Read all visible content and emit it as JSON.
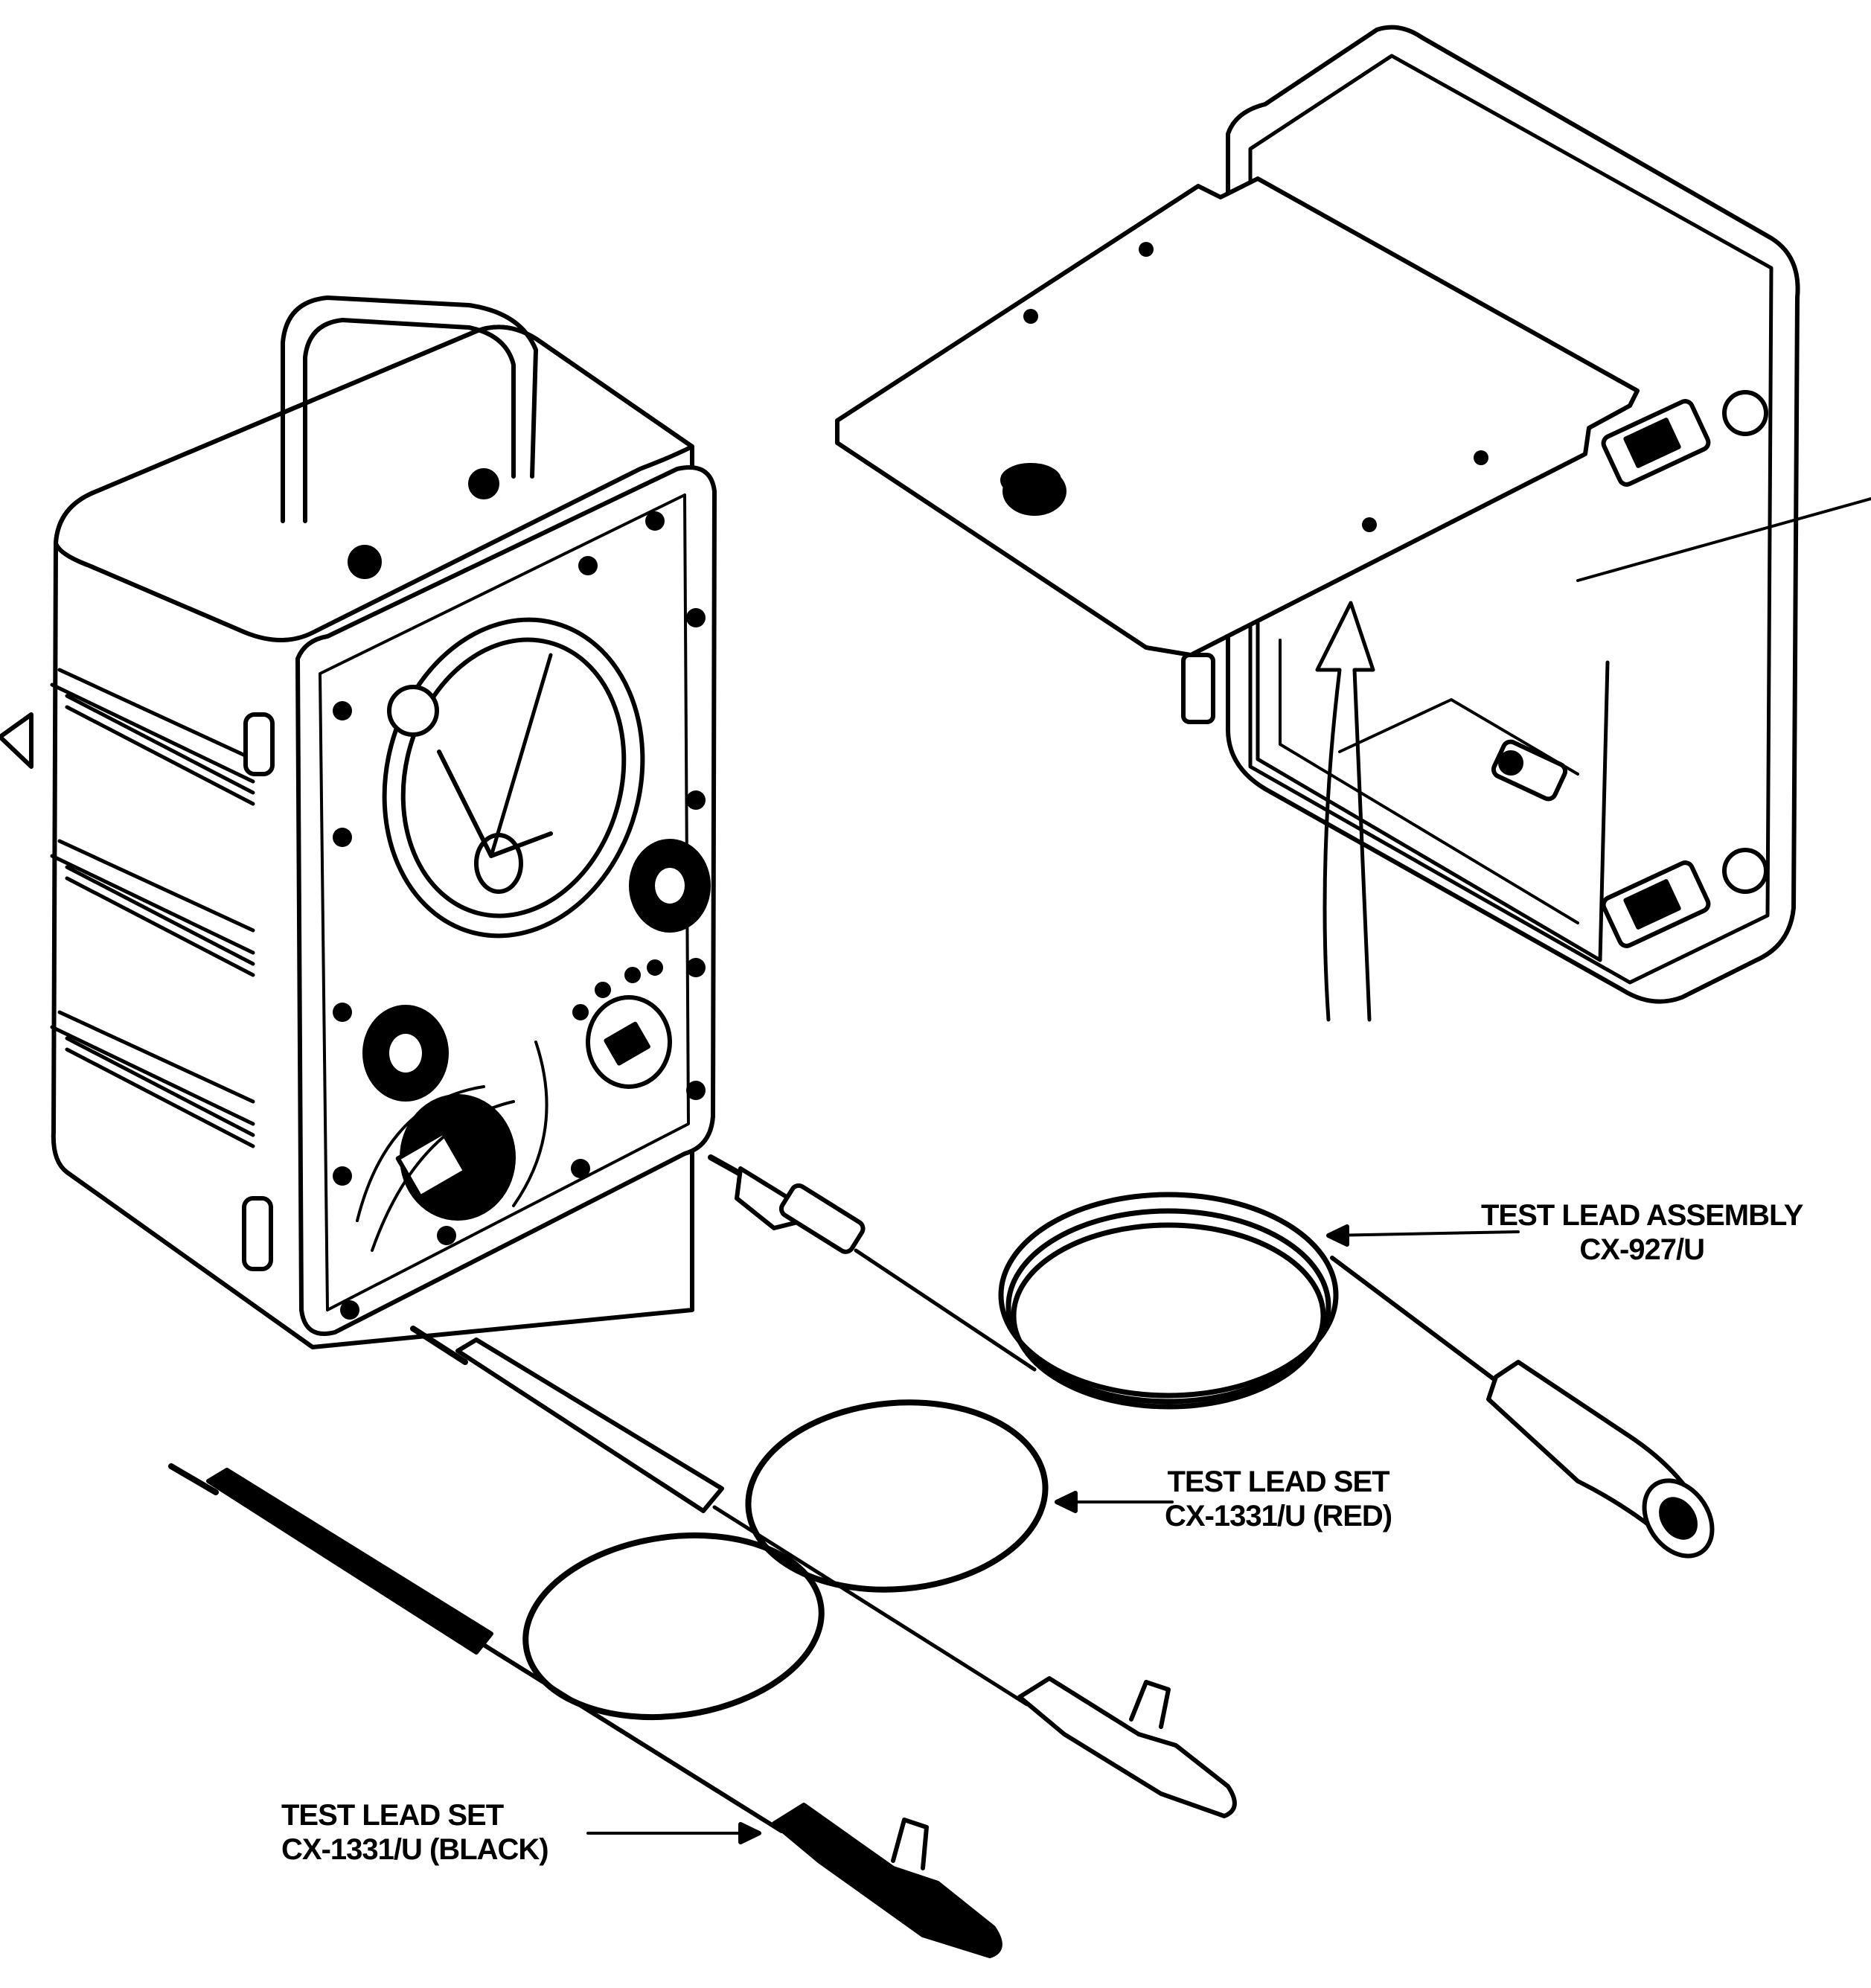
{
  "labels": {
    "test_lead_assembly": {
      "line1": "TEST LEAD ASSEMBLY",
      "line2": "CX-927/U"
    },
    "test_lead_set_red": {
      "line1": "TEST LEAD SET",
      "line2": "CX-1331/U (RED)"
    },
    "test_lead_set_black": {
      "line1": "TEST LEAD SET",
      "line2": "CX-1331/U (BLACK)"
    }
  },
  "colors": {
    "ink": "#000000",
    "paper": "#ffffff"
  }
}
